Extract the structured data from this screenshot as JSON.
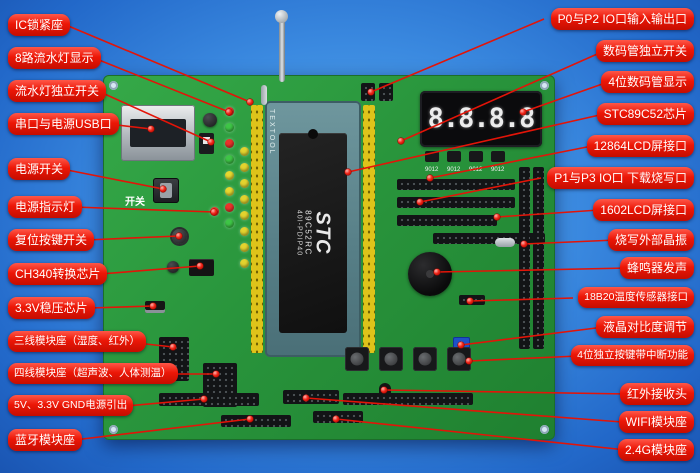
{
  "labels": {
    "left": [
      {
        "text": "IC锁紧座"
      },
      {
        "text": "8路流水灯显示"
      },
      {
        "text": "流水灯独立开关"
      },
      {
        "text": "串口与电源USB口"
      },
      {
        "text": "电源开关"
      },
      {
        "text": "电源指示灯"
      },
      {
        "text": "复位按键开关"
      },
      {
        "text": "CH340转换芯片"
      },
      {
        "text": "3.3V稳压芯片"
      },
      {
        "text": "三线模块座（湿度、红外）"
      },
      {
        "text": "四线模块座（超声波、人体测温）"
      },
      {
        "text": "5V、3.3V GND电源引出"
      },
      {
        "text": "蓝牙模块座"
      }
    ],
    "right": [
      {
        "text": "P0与P2 IO口输入输出口"
      },
      {
        "text": "数码管独立开关"
      },
      {
        "text": "4位数码管显示"
      },
      {
        "text": "STC89C52芯片"
      },
      {
        "text": "12864LCD屏接口"
      },
      {
        "text": "P1与P3 IO口 下载烧写口"
      },
      {
        "text": "1602LCD屏接口"
      },
      {
        "text": "烧写外部晶振"
      },
      {
        "text": "蜂鸣器发声"
      },
      {
        "text": "18B20温度传感器接口"
      },
      {
        "text": "液晶对比度调节"
      },
      {
        "text": "4位独立按键带中断功能"
      },
      {
        "text": "红外接收头"
      },
      {
        "text": "WIFI模块座"
      },
      {
        "text": "2.4G模块座"
      }
    ]
  },
  "board": {
    "socket_brand": "TEXTOOL",
    "chip_brand": "STC",
    "chip_model": "89C52RC",
    "chip_package": "40I-PDIP40",
    "power_switch_label": "开关",
    "display_value": "8.8.8.8",
    "transistor_label": "9012"
  },
  "colors": {
    "label_bg": "#e81405",
    "label_text": "#ffffff",
    "leader_line": "#e31408",
    "pcb_green": "#2c9a3e",
    "background_blue": "#2f7dd8"
  }
}
